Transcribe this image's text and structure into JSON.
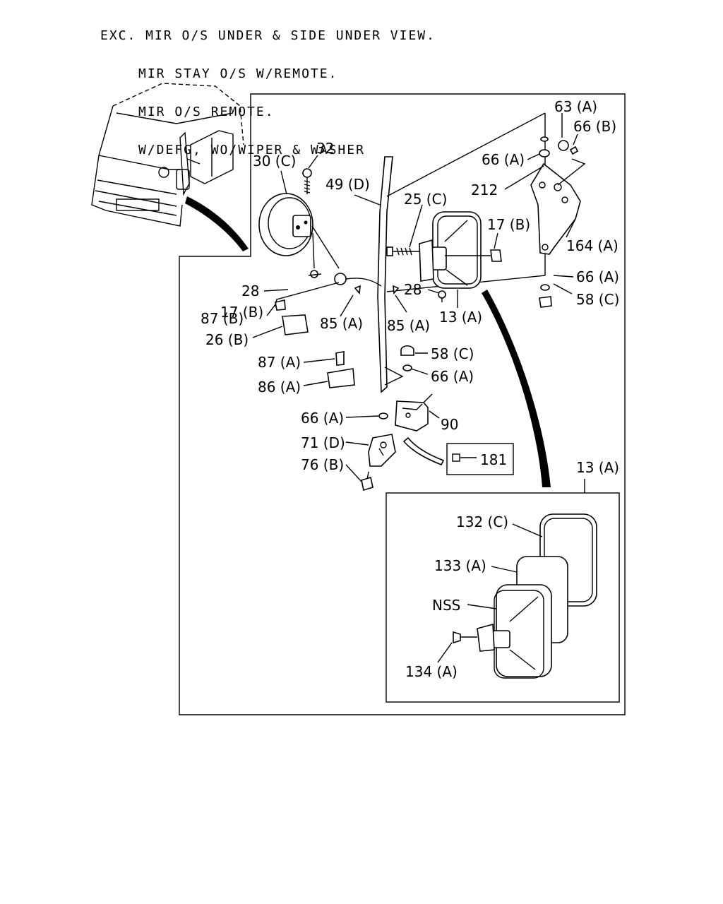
{
  "header": {
    "line1": "EXC. MIR O/S UNDER & SIDE UNDER VIEW.",
    "line2": "MIR STAY O/S W/REMOTE.",
    "line3": "MIR O/S REMOTE.",
    "line4": "W/DEFG, WO/WIPER & WASHER"
  },
  "callouts": {
    "c63A": "63 (A)",
    "c66B": "66 (B)",
    "c66A_top": "66 (A)",
    "c212": "212",
    "c164A": "164 (A)",
    "c66A_r": "66 (A)",
    "c58C": "58 (C)",
    "c32": "32",
    "c30C": "30 (C)",
    "c49D": "49 (D)",
    "c25C": "25 (C)",
    "c17B_r": "17 (B)",
    "c28_l": "28",
    "c17B_l": "17 (B)",
    "c87B": "87 (B)",
    "c26B": "26 (B)",
    "c85A_l": "85 (A)",
    "c85A_r": "85 (A)",
    "c28_m": "28",
    "c13A": "13 (A)",
    "c58C_m": "58 (C)",
    "c66A_m": "66 (A)",
    "c87A": "87 (A)",
    "c86A": "86 (A)",
    "c66A_lo": "66 (A)",
    "c90": "90",
    "c71D": "71 (D)",
    "c76B": "76 (B)",
    "c181": "181",
    "c13A_box": "13 (A)",
    "c132C": "132 (C)",
    "c133A": "133 (A)",
    "cNSS": "NSS",
    "c134A": "134 (A)"
  }
}
